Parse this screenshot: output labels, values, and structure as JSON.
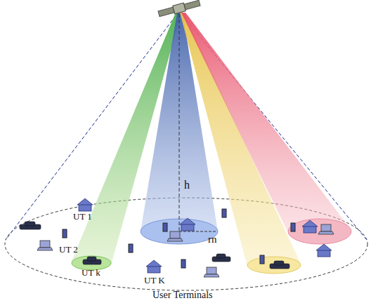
{
  "diagram": {
    "labels": [
      "h",
      "rn",
      "UT 1",
      "UT 2",
      "UT k",
      "UT K",
      "User Terminals"
    ]
  }
}
